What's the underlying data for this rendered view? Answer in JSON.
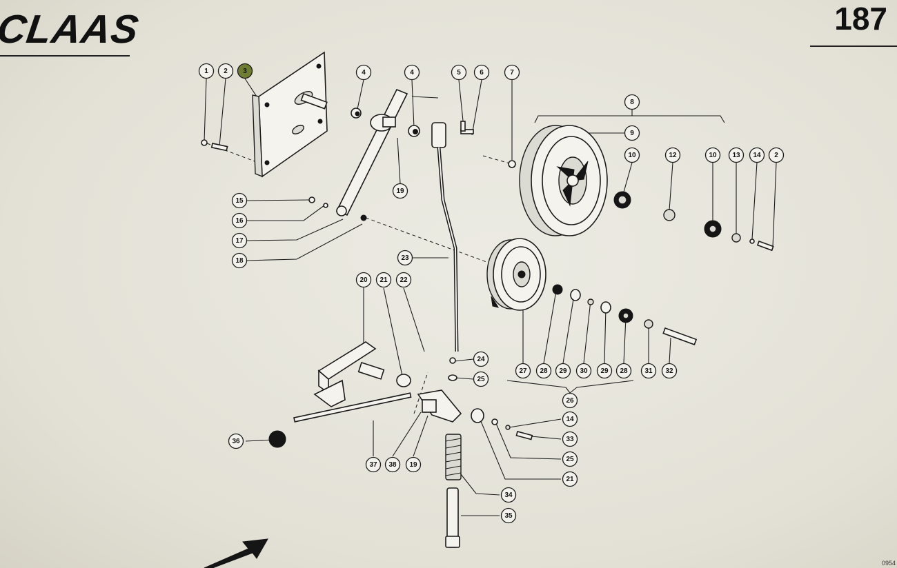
{
  "header": {
    "brand": "CLAAS",
    "page_number": "187"
  },
  "footer": {
    "drawing_code": "0954"
  },
  "callouts": [
    {
      "label": "1"
    },
    {
      "label": "2"
    },
    {
      "label": "3"
    },
    {
      "label": "4"
    },
    {
      "label": "4"
    },
    {
      "label": "5"
    },
    {
      "label": "6"
    },
    {
      "label": "7"
    },
    {
      "label": "8"
    },
    {
      "label": "9"
    },
    {
      "label": "10"
    },
    {
      "label": "12"
    },
    {
      "label": "10"
    },
    {
      "label": "13"
    },
    {
      "label": "14"
    },
    {
      "label": "2"
    },
    {
      "label": "19"
    },
    {
      "label": "15"
    },
    {
      "label": "16"
    },
    {
      "label": "17"
    },
    {
      "label": "18"
    },
    {
      "label": "23"
    },
    {
      "label": "20"
    },
    {
      "label": "21"
    },
    {
      "label": "22"
    },
    {
      "label": "24"
    },
    {
      "label": "25"
    },
    {
      "label": "27"
    },
    {
      "label": "28"
    },
    {
      "label": "29"
    },
    {
      "label": "30"
    },
    {
      "label": "29"
    },
    {
      "label": "28"
    },
    {
      "label": "31"
    },
    {
      "label": "32"
    },
    {
      "label": "26"
    },
    {
      "label": "14"
    },
    {
      "label": "33"
    },
    {
      "label": "25"
    },
    {
      "label": "21"
    },
    {
      "label": "36"
    },
    {
      "label": "37"
    },
    {
      "label": "38"
    },
    {
      "label": "19"
    },
    {
      "label": "34"
    },
    {
      "label": "35"
    }
  ],
  "colors": {
    "ink": "#1a1a1a",
    "highlight": "#6f7d33",
    "paper": "#e6e4da"
  },
  "highlighted_callout": "3"
}
